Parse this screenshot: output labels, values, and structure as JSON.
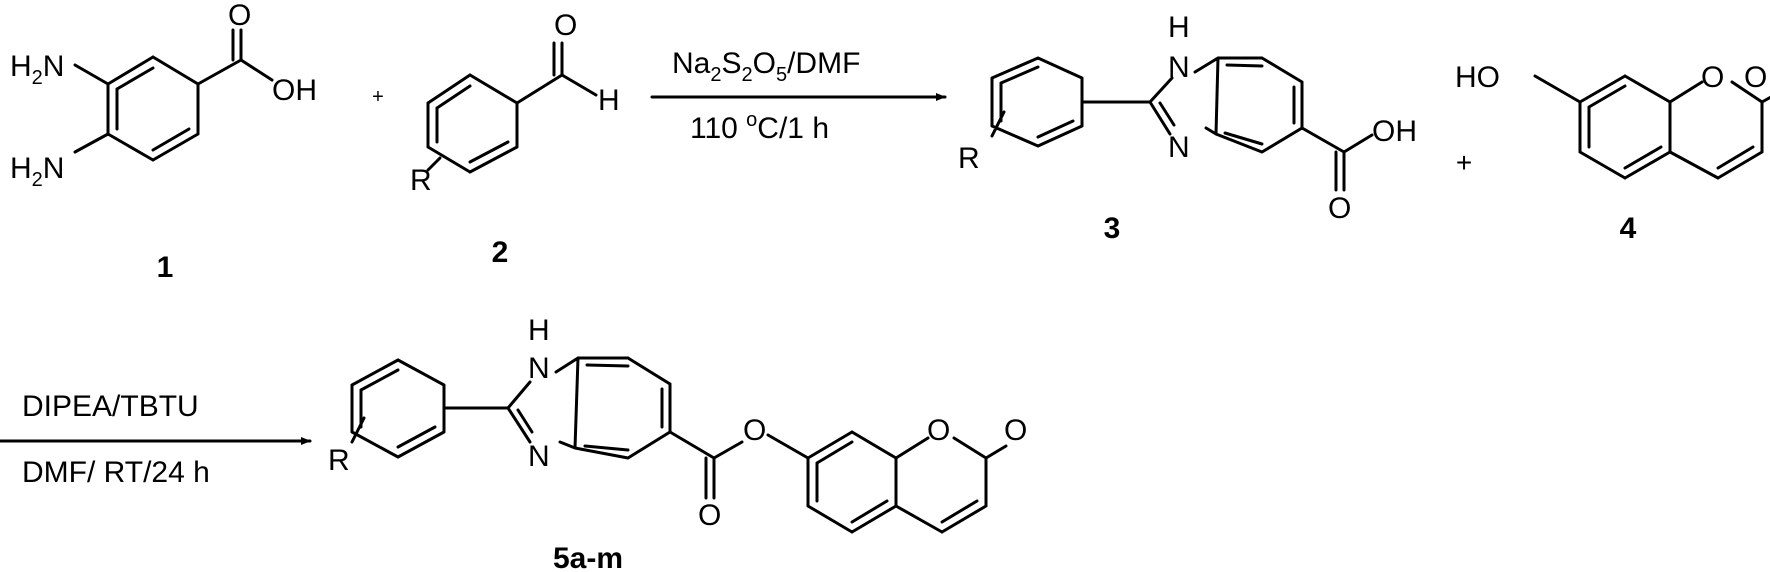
{
  "compounds": {
    "c1": {
      "label": "1",
      "atoms": {
        "nh2_top": "H2N",
        "nh2_bottom": "H2N",
        "carbonyl_o": "O",
        "oh": "OH"
      }
    },
    "c2": {
      "label": "2",
      "atoms": {
        "carbonyl_o": "O",
        "h": "H",
        "r": "R"
      }
    },
    "c3": {
      "label": "3",
      "atoms": {
        "nh": "H",
        "n_ring_nh": "N",
        "n_ring": "N",
        "r": "R",
        "oh": "OH",
        "carbonyl_o": "O"
      }
    },
    "c4": {
      "label": "4",
      "atoms": {
        "ho": "HO",
        "ring_o": "O",
        "carbonyl_o": "O"
      }
    },
    "c5": {
      "label": "5a-m",
      "atoms": {
        "nh": "H",
        "n_ring_nh": "N",
        "n_ring": "N",
        "r": "R",
        "ester_o": "O",
        "ester_carbonyl_o": "O",
        "ring_o": "O",
        "carbonyl_o": "O"
      }
    }
  },
  "operators": {
    "plus_1": "+",
    "plus_2": "+"
  },
  "step1": {
    "reagents": {
      "pre": "Na",
      "sub1": "2",
      "mid1": "S",
      "sub2": "2",
      "mid2": "O",
      "sub3": "5",
      "post": "/DMF"
    },
    "conditions": {
      "pre": "110 ",
      "sup": "o",
      "post": "C/1 h"
    }
  },
  "step2": {
    "reagents": "DIPEA/TBTU",
    "conditions": "DMF/ RT/24 h"
  }
}
